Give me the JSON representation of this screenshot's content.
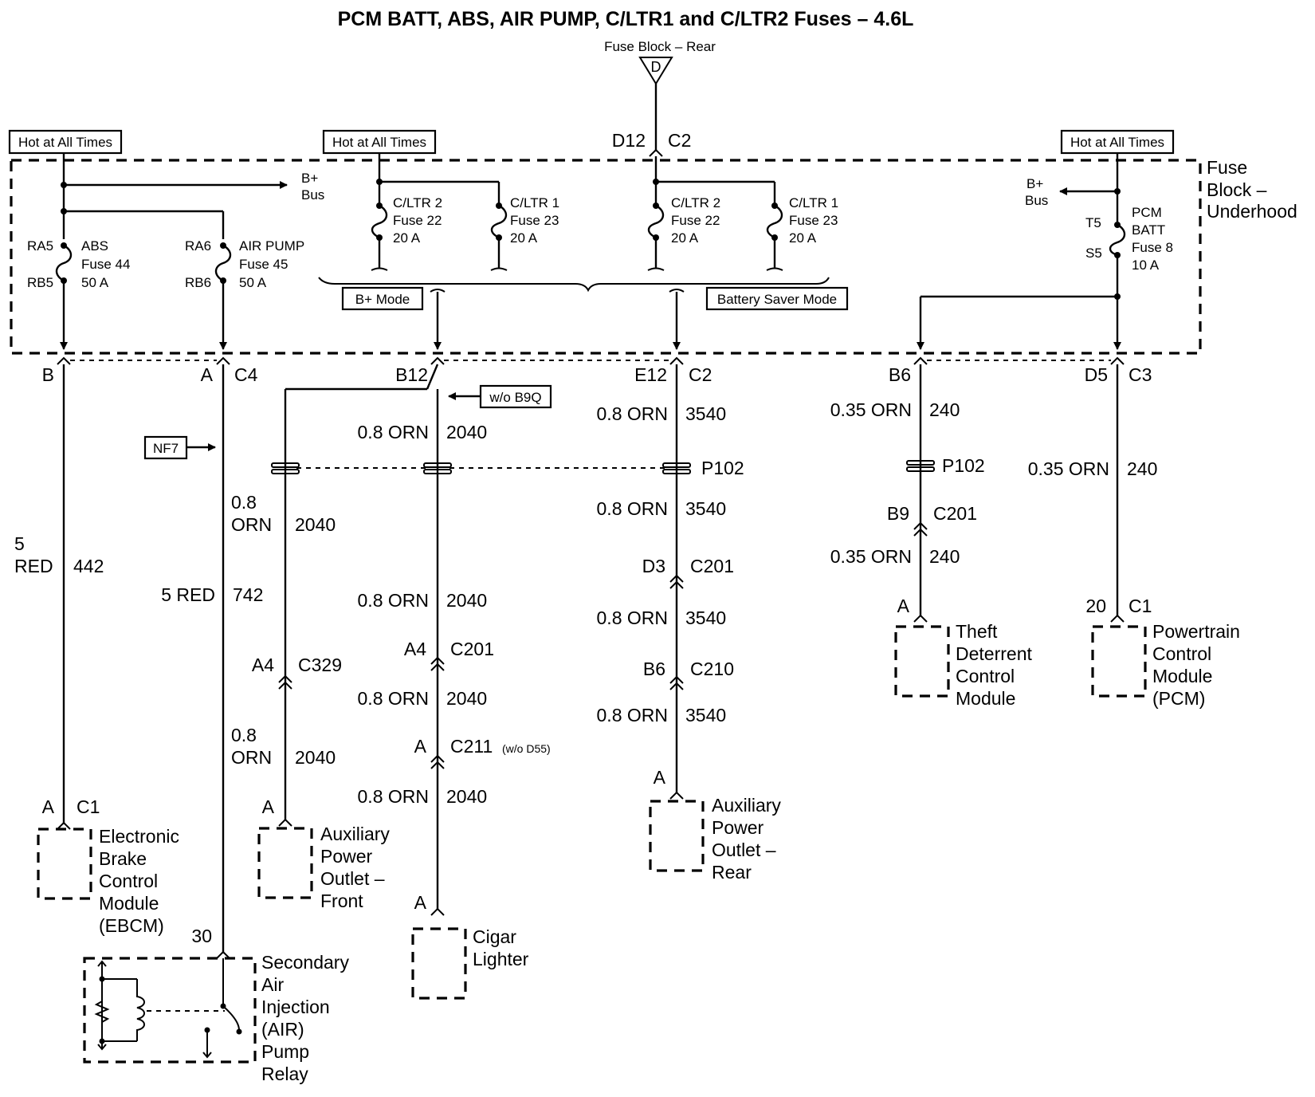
{
  "title": "PCM BATT, ABS, AIR PUMP, C/LTR1 and C/LTR2 Fuses – 4.6L",
  "fuse_block_rear": {
    "label": "Fuse Block – Rear",
    "letter": "D",
    "pin": "D12",
    "connector": "C2"
  },
  "fuse_block_underhood": {
    "line1": "Fuse",
    "line2": "Block –",
    "line3": "Underhood"
  },
  "hot_labels": {
    "left": "Hot at All Times",
    "center": "Hot at All Times",
    "right": "Hot at All Times"
  },
  "bplus_bus": {
    "left_line1": "B+",
    "left_line2": "Bus",
    "right_line1": "B+",
    "right_line2": "Bus"
  },
  "fuses": {
    "abs": {
      "top_pin": "RA5",
      "bottom_pin": "RB5",
      "name": "ABS",
      "fuse": "Fuse 44",
      "rating": "50 A"
    },
    "air_pump": {
      "top_pin": "RA6",
      "bottom_pin": "RB6",
      "name": "AIR PUMP",
      "fuse": "Fuse 45",
      "rating": "50 A"
    },
    "cltr2_a": {
      "name": "C/LTR 2",
      "fuse": "Fuse  22",
      "rating": "20 A"
    },
    "cltr1_a": {
      "name": "C/LTR 1",
      "fuse": "Fuse 23",
      "rating": "20 A"
    },
    "cltr2_b": {
      "name": "C/LTR 2",
      "fuse": "Fuse 22",
      "rating": "20 A"
    },
    "cltr1_b": {
      "name": "C/LTR 1",
      "fuse": "Fuse 23",
      "rating": "20 A"
    },
    "pcm_batt": {
      "top_pin": "T5",
      "bottom_pin": "S5",
      "name1": "PCM",
      "name2": "BATT",
      "fuse": "Fuse 8",
      "rating": "10 A"
    }
  },
  "modes": {
    "bplus": "B+ Mode",
    "battery_saver": "Battery Saver Mode"
  },
  "pins": {
    "b": "B",
    "a_c4": "A",
    "c4": "C4",
    "b12": "B12",
    "e12": "E12",
    "c2_left": "C2",
    "b6": "B6",
    "d5": "D5",
    "c3": "C3"
  },
  "options": {
    "wo_b9q": "w/o B9Q",
    "nf7": "NF7"
  },
  "wires": {
    "abs_gauge_1": "5",
    "abs_gauge_2": "RED",
    "abs_circuit": "442",
    "air_gauge": "5 RED",
    "air_circuit": "742",
    "front_1_gauge": "0.8",
    "front_1_color": "ORN",
    "front_1_circuit": "2040",
    "front_2_gauge": "0.8",
    "front_2_color": "ORN",
    "front_2_circuit": "2040",
    "cig_1_gauge": "0.8 ORN",
    "cig_1_circuit": "2040",
    "cig_2_gauge": "0.8 ORN",
    "cig_2_circuit": "2040",
    "cig_3_gauge": "0.8 ORN",
    "cig_3_circuit": "2040",
    "cig_4_gauge": "0.8 ORN",
    "cig_4_circuit": "2040",
    "rear_1_gauge": "0.8 ORN",
    "rear_1_circuit": "3540",
    "rear_2_gauge": "0.8 ORN",
    "rear_2_circuit": "3540",
    "rear_3_gauge": "0.8 ORN",
    "rear_3_circuit": "3540",
    "rear_4_gauge": "0.8 ORN",
    "rear_4_circuit": "3540",
    "theft_1_gauge": "0.35 ORN",
    "theft_1_circuit": "240",
    "theft_2_gauge": "0.35 ORN",
    "theft_2_circuit": "240",
    "pcm_gauge": "0.35 ORN",
    "pcm_circuit": "240"
  },
  "connectors": {
    "p102_center": "P102",
    "p102_right": "P102",
    "a4_c329_pin": "A4",
    "a4_c329": "C329",
    "a4_c201_pin": "A4",
    "a4_c201": "C201",
    "a_c211_pin": "A",
    "a_c211": "C211",
    "a_c211_note": "(w/o D55)",
    "d3_c201_pin": "D3",
    "d3_c201": "C201",
    "b6_c210_pin": "B6",
    "b6_c210": "C210",
    "b9_c201_pin": "B9",
    "b9_c201": "C201"
  },
  "components": {
    "ebcm": {
      "pin": "A",
      "connector": "C1",
      "lines": [
        "Electronic",
        "Brake",
        "Control",
        "Module",
        "(EBCM)"
      ]
    },
    "aux_front": {
      "pin": "A",
      "lines": [
        "Auxiliary",
        "Power",
        "Outlet –",
        "Front"
      ]
    },
    "cigar": {
      "pin": "A",
      "lines": [
        "Cigar",
        "Lighter"
      ]
    },
    "aux_rear": {
      "pin": "A",
      "lines": [
        "Auxiliary",
        "Power",
        "Outlet –",
        "Rear"
      ]
    },
    "theft": {
      "pin": "A",
      "lines": [
        "Theft",
        "Deterrent",
        "Control",
        "Module"
      ]
    },
    "pcm": {
      "pin": "20",
      "connector": "C1",
      "lines": [
        "Powertrain",
        "Control",
        "Module",
        "(PCM)"
      ]
    },
    "air_relay": {
      "pin": "30",
      "lines": [
        "Secondary",
        "Air",
        "Injection",
        "(AIR)",
        "Pump",
        "Relay"
      ]
    }
  }
}
